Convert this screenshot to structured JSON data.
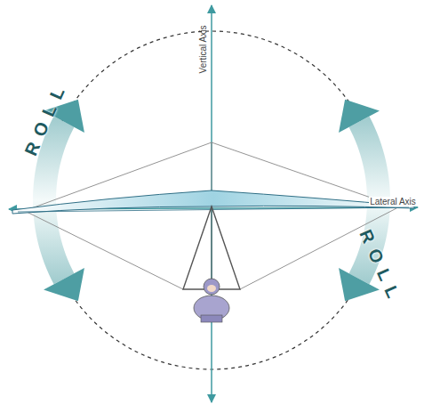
{
  "diagram": {
    "labels": [
      "Vertical Axis",
      "Lateral Axis",
      "ROLL",
      "ROLL"
    ]
  }
}
